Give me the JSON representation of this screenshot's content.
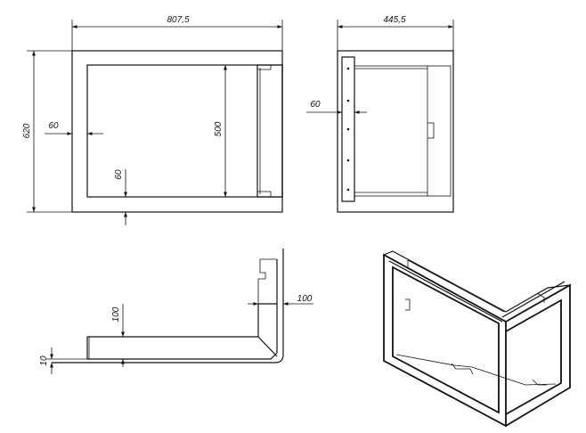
{
  "front_view": {
    "width_label": "807,5",
    "height_label": "620",
    "side_frame_label": "60",
    "opening_height_label": "500",
    "bottom_frame_label": "60"
  },
  "side_view": {
    "depth_label": "445,5",
    "flange_label": "60"
  },
  "section_view": {
    "return_label": "100",
    "base_height_label": "100",
    "base_thickness_label": "10"
  }
}
